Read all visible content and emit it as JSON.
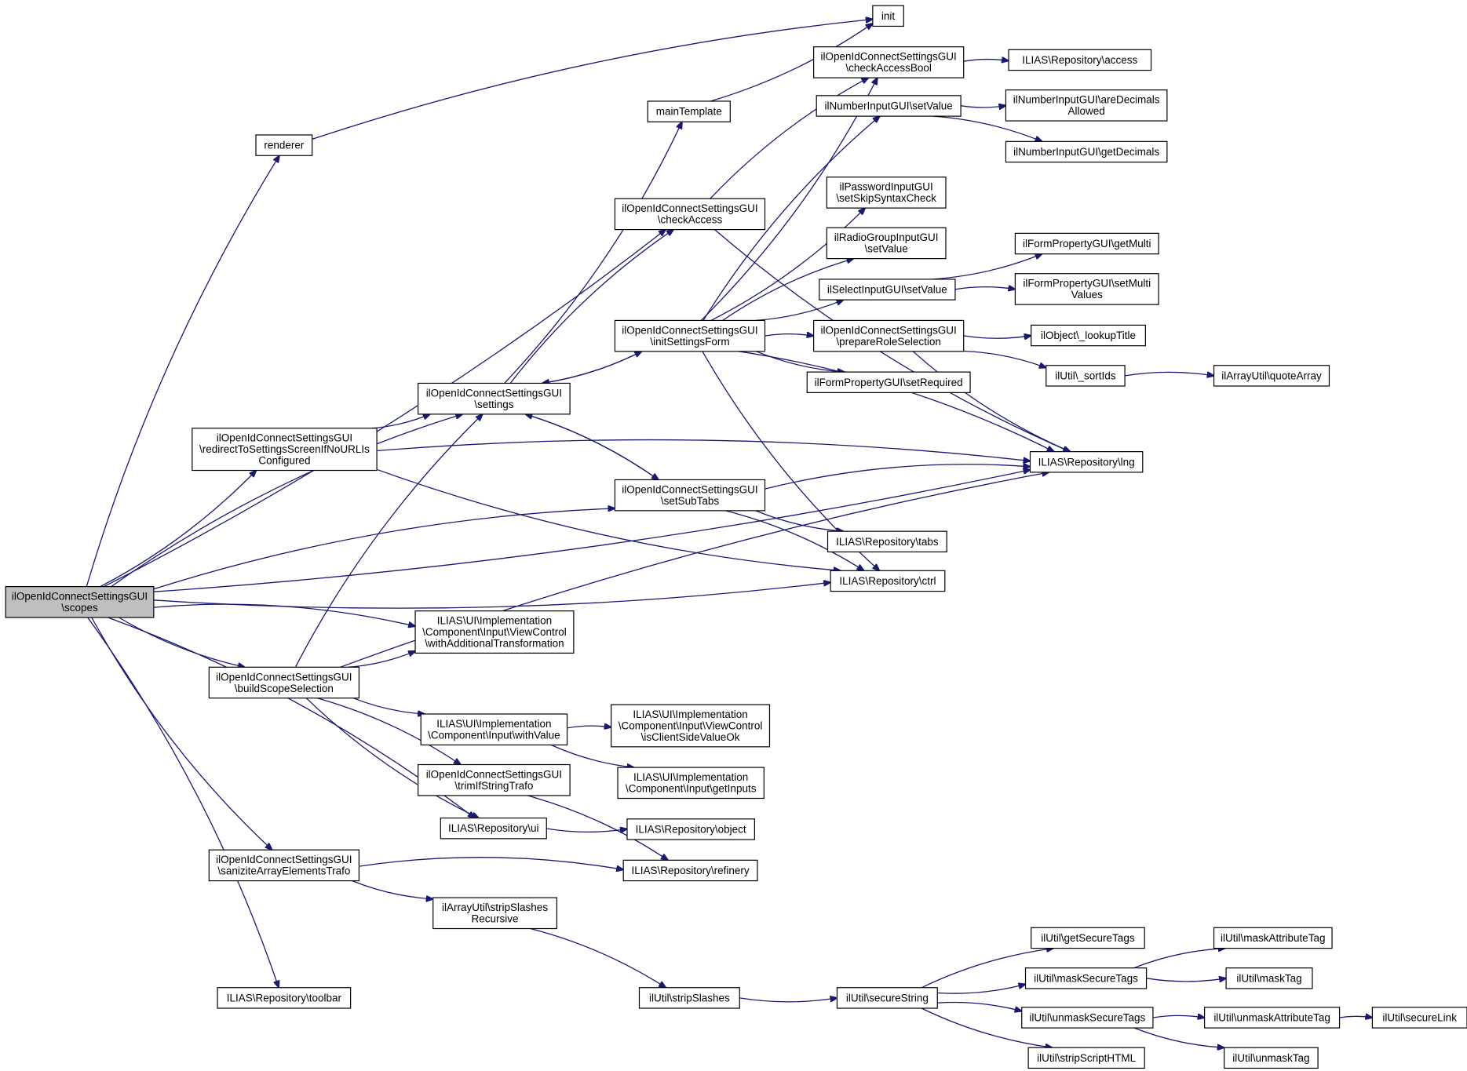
{
  "graph": {
    "nodes": [
      {
        "id": "scopes",
        "lines": [
          "ilOpenIdConnectSettingsGUI",
          "\\scopes"
        ],
        "root": true
      },
      {
        "id": "renderer",
        "lines": [
          "renderer"
        ]
      },
      {
        "id": "init",
        "lines": [
          "init"
        ]
      },
      {
        "id": "mainTemplate",
        "lines": [
          "mainTemplate"
        ]
      },
      {
        "id": "checkAccessBool",
        "lines": [
          "ilOpenIdConnectSettingsGUI",
          "\\checkAccessBool"
        ]
      },
      {
        "id": "repoAccess",
        "lines": [
          "ILIAS\\Repository\\access"
        ]
      },
      {
        "id": "numSetValue",
        "lines": [
          "ilNumberInputGUI\\setValue"
        ]
      },
      {
        "id": "areDecimals",
        "lines": [
          "ilNumberInputGUI\\areDecimals",
          "Allowed"
        ]
      },
      {
        "id": "getDecimals",
        "lines": [
          "ilNumberInputGUI\\getDecimals"
        ]
      },
      {
        "id": "checkAccess",
        "lines": [
          "ilOpenIdConnectSettingsGUI",
          "\\checkAccess"
        ]
      },
      {
        "id": "pwdSkip",
        "lines": [
          "ilPasswordInputGUI",
          "\\setSkipSyntaxCheck"
        ]
      },
      {
        "id": "radioSetValue",
        "lines": [
          "ilRadioGroupInputGUI",
          "\\setValue"
        ]
      },
      {
        "id": "getMulti",
        "lines": [
          "ilFormPropertyGUI\\getMulti"
        ]
      },
      {
        "id": "selectSetValue",
        "lines": [
          "ilSelectInputGUI\\setValue"
        ]
      },
      {
        "id": "setMultiValues",
        "lines": [
          "ilFormPropertyGUI\\setMulti",
          "Values"
        ]
      },
      {
        "id": "initSettingsForm",
        "lines": [
          "ilOpenIdConnectSettingsGUI",
          "\\initSettingsForm"
        ]
      },
      {
        "id": "prepareRole",
        "lines": [
          "ilOpenIdConnectSettingsGUI",
          "\\prepareRoleSelection"
        ]
      },
      {
        "id": "lookupTitle",
        "lines": [
          "ilObject\\_lookupTitle"
        ]
      },
      {
        "id": "sortIds",
        "lines": [
          "ilUtil\\_sortIds"
        ]
      },
      {
        "id": "quoteArray",
        "lines": [
          "ilArrayUtil\\quoteArray"
        ]
      },
      {
        "id": "setRequired",
        "lines": [
          "ilFormPropertyGUI\\setRequired"
        ]
      },
      {
        "id": "settings",
        "lines": [
          "ilOpenIdConnectSettingsGUI",
          "\\settings"
        ]
      },
      {
        "id": "redirect",
        "lines": [
          "ilOpenIdConnectSettingsGUI",
          "\\redirectToSettingsScreenIfNoURLIs",
          "Configured"
        ]
      },
      {
        "id": "lng",
        "lines": [
          "ILIAS\\Repository\\lng"
        ]
      },
      {
        "id": "setSubTabs",
        "lines": [
          "ilOpenIdConnectSettingsGUI",
          "\\setSubTabs"
        ]
      },
      {
        "id": "tabs",
        "lines": [
          "ILIAS\\Repository\\tabs"
        ]
      },
      {
        "id": "ctrl",
        "lines": [
          "ILIAS\\Repository\\ctrl"
        ]
      },
      {
        "id": "withAddTrafo",
        "lines": [
          "ILIAS\\UI\\Implementation",
          "\\Component\\Input\\ViewControl",
          "\\withAdditionalTransformation"
        ]
      },
      {
        "id": "buildScope",
        "lines": [
          "ilOpenIdConnectSettingsGUI",
          "\\buildScopeSelection"
        ]
      },
      {
        "id": "withValue",
        "lines": [
          "ILIAS\\UI\\Implementation",
          "\\Component\\Input\\withValue"
        ]
      },
      {
        "id": "isClientSide",
        "lines": [
          "ILIAS\\UI\\Implementation",
          "\\Component\\Input\\ViewControl",
          "\\isClientSideValueOk"
        ]
      },
      {
        "id": "getInputs",
        "lines": [
          "ILIAS\\UI\\Implementation",
          "\\Component\\Input\\getInputs"
        ]
      },
      {
        "id": "trimIf",
        "lines": [
          "ilOpenIdConnectSettingsGUI",
          "\\trimIfStringTrafo"
        ]
      },
      {
        "id": "ui",
        "lines": [
          "ILIAS\\Repository\\ui"
        ]
      },
      {
        "id": "object",
        "lines": [
          "ILIAS\\Repository\\object"
        ]
      },
      {
        "id": "sanitize",
        "lines": [
          "ilOpenIdConnectSettingsGUI",
          "\\saniziteArrayElementsTrafo"
        ]
      },
      {
        "id": "refinery",
        "lines": [
          "ILIAS\\Repository\\refinery"
        ]
      },
      {
        "id": "stripSlashesRec",
        "lines": [
          "ilArrayUtil\\stripSlashes",
          "Recursive"
        ]
      },
      {
        "id": "toolbar",
        "lines": [
          "ILIAS\\Repository\\toolbar"
        ]
      },
      {
        "id": "stripSlashes",
        "lines": [
          "ilUtil\\stripSlashes"
        ]
      },
      {
        "id": "secureString",
        "lines": [
          "ilUtil\\secureString"
        ]
      },
      {
        "id": "getSecureTags",
        "lines": [
          "ilUtil\\getSecureTags"
        ]
      },
      {
        "id": "maskSecureTags",
        "lines": [
          "ilUtil\\maskSecureTags"
        ]
      },
      {
        "id": "unmaskSecureTags",
        "lines": [
          "ilUtil\\unmaskSecureTags"
        ]
      },
      {
        "id": "stripScript",
        "lines": [
          "ilUtil\\stripScriptHTML"
        ]
      },
      {
        "id": "maskAttr",
        "lines": [
          "ilUtil\\maskAttributeTag"
        ]
      },
      {
        "id": "maskTag",
        "lines": [
          "ilUtil\\maskTag"
        ]
      },
      {
        "id": "unmaskAttr",
        "lines": [
          "ilUtil\\unmaskAttributeTag"
        ]
      },
      {
        "id": "unmaskTag",
        "lines": [
          "ilUtil\\unmaskTag"
        ]
      },
      {
        "id": "secureLink",
        "lines": [
          "ilUtil\\secureLink"
        ]
      }
    ],
    "edges": [
      [
        "scopes",
        "renderer"
      ],
      [
        "scopes",
        "checkAccess"
      ],
      [
        "scopes",
        "settings"
      ],
      [
        "scopes",
        "redirect"
      ],
      [
        "scopes",
        "setSubTabs"
      ],
      [
        "scopes",
        "ctrl"
      ],
      [
        "scopes",
        "withAddTrafo"
      ],
      [
        "scopes",
        "buildScope"
      ],
      [
        "scopes",
        "ui"
      ],
      [
        "scopes",
        "sanitize"
      ],
      [
        "scopes",
        "toolbar"
      ],
      [
        "scopes",
        "lng"
      ],
      [
        "renderer",
        "init"
      ],
      [
        "mainTemplate",
        "init"
      ],
      [
        "checkAccess",
        "checkAccessBool"
      ],
      [
        "checkAccess",
        "lng"
      ],
      [
        "checkAccessBool",
        "repoAccess"
      ],
      [
        "numSetValue",
        "areDecimals"
      ],
      [
        "numSetValue",
        "getDecimals"
      ],
      [
        "selectSetValue",
        "getMulti"
      ],
      [
        "selectSetValue",
        "setMultiValues"
      ],
      [
        "initSettingsForm",
        "checkAccessBool"
      ],
      [
        "initSettingsForm",
        "numSetValue"
      ],
      [
        "initSettingsForm",
        "pwdSkip"
      ],
      [
        "initSettingsForm",
        "radioSetValue"
      ],
      [
        "initSettingsForm",
        "selectSetValue"
      ],
      [
        "initSettingsForm",
        "prepareRole"
      ],
      [
        "initSettingsForm",
        "setRequired"
      ],
      [
        "initSettingsForm",
        "lng"
      ],
      [
        "initSettingsForm",
        "ctrl"
      ],
      [
        "initSettingsForm",
        "settings"
      ],
      [
        "prepareRole",
        "lookupTitle"
      ],
      [
        "prepareRole",
        "sortIds"
      ],
      [
        "prepareRole",
        "lng"
      ],
      [
        "sortIds",
        "quoteArray"
      ],
      [
        "settings",
        "mainTemplate"
      ],
      [
        "settings",
        "checkAccess"
      ],
      [
        "settings",
        "initSettingsForm"
      ],
      [
        "settings",
        "setSubTabs"
      ],
      [
        "redirect",
        "settings"
      ],
      [
        "redirect",
        "lng"
      ],
      [
        "redirect",
        "ctrl"
      ],
      [
        "setSubTabs",
        "lng"
      ],
      [
        "setSubTabs",
        "tabs"
      ],
      [
        "setSubTabs",
        "ctrl"
      ],
      [
        "setSubTabs",
        "settings"
      ],
      [
        "buildScope",
        "settings"
      ],
      [
        "buildScope",
        "withAddTrafo"
      ],
      [
        "buildScope",
        "lng"
      ],
      [
        "buildScope",
        "withValue"
      ],
      [
        "buildScope",
        "trimIf"
      ],
      [
        "buildScope",
        "ui"
      ],
      [
        "withValue",
        "isClientSide"
      ],
      [
        "withValue",
        "getInputs"
      ],
      [
        "trimIf",
        "refinery"
      ],
      [
        "ui",
        "object"
      ],
      [
        "sanitize",
        "refinery"
      ],
      [
        "sanitize",
        "stripSlashesRec"
      ],
      [
        "stripSlashesRec",
        "stripSlashes"
      ],
      [
        "stripSlashes",
        "secureString"
      ],
      [
        "secureString",
        "getSecureTags"
      ],
      [
        "secureString",
        "maskSecureTags"
      ],
      [
        "secureString",
        "unmaskSecureTags"
      ],
      [
        "secureString",
        "stripScript"
      ],
      [
        "maskSecureTags",
        "maskAttr"
      ],
      [
        "maskSecureTags",
        "maskTag"
      ],
      [
        "unmaskSecureTags",
        "unmaskAttr"
      ],
      [
        "unmaskSecureTags",
        "unmaskTag"
      ],
      [
        "unmaskAttr",
        "secureLink"
      ]
    ]
  }
}
